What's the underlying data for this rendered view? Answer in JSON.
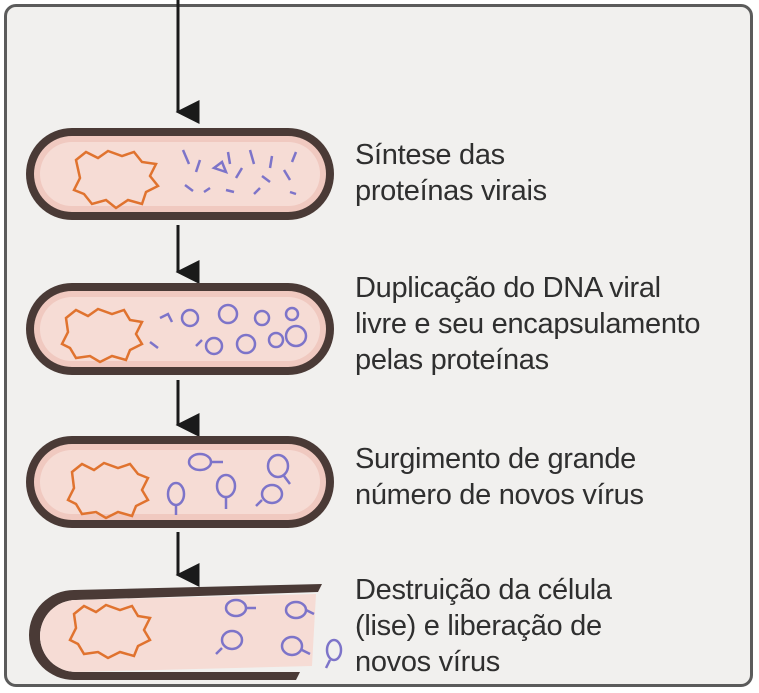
{
  "steps": [
    {
      "id": "synthesis",
      "label": "Síntese das\nproteínas virais"
    },
    {
      "id": "duplication",
      "label": "Duplicação do DNA viral\nlivre e seu encapsulamento\npelas proteínas"
    },
    {
      "id": "emergence",
      "label": "Surgimento de grande\nnúmero de novos vírus"
    },
    {
      "id": "lysis",
      "label": "Destruição da célula\n(lise) e liberação de\nnovos vírus"
    }
  ],
  "colors": {
    "cell_outline": "#4a3a36",
    "cytoplasm": "#f3d6cf",
    "nucleoid": "#e0732f",
    "viral_parts": "#7d74c9",
    "arrow": "#1a1a1a",
    "frame": "#5b5b5b",
    "text": "#2f2f2f"
  }
}
